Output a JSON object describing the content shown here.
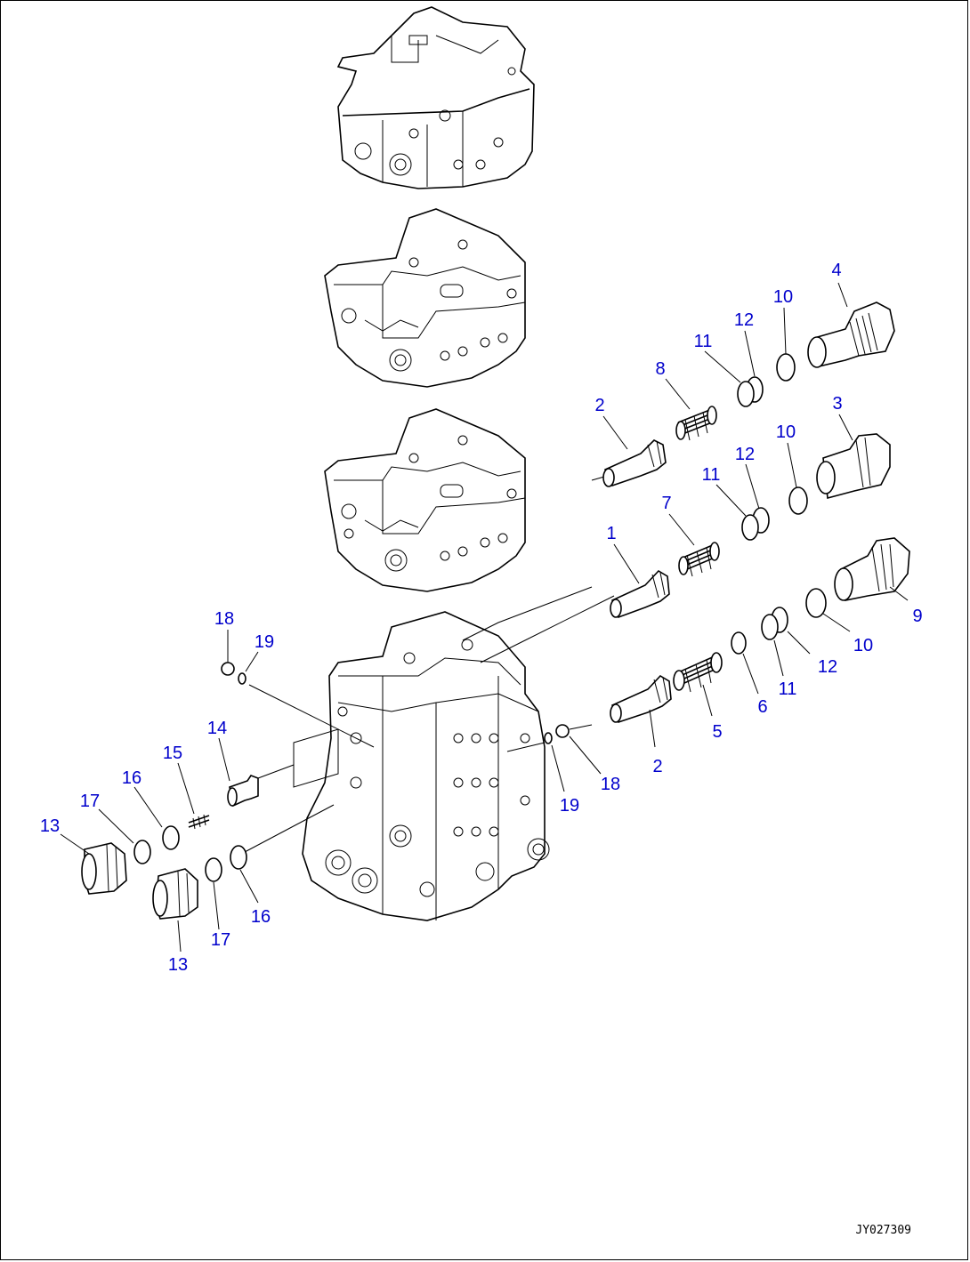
{
  "diagram": {
    "drawing_code": "JY027309",
    "callouts": [
      {
        "id": "c4",
        "label": "4"
      },
      {
        "id": "c10a",
        "label": "10"
      },
      {
        "id": "c12a",
        "label": "12"
      },
      {
        "id": "c11a",
        "label": "11"
      },
      {
        "id": "c8",
        "label": "8"
      },
      {
        "id": "c2a",
        "label": "2"
      },
      {
        "id": "c3",
        "label": "3"
      },
      {
        "id": "c10b",
        "label": "10"
      },
      {
        "id": "c12b",
        "label": "12"
      },
      {
        "id": "c11b",
        "label": "11"
      },
      {
        "id": "c7",
        "label": "7"
      },
      {
        "id": "c1",
        "label": "1"
      },
      {
        "id": "c9",
        "label": "9"
      },
      {
        "id": "c10c",
        "label": "10"
      },
      {
        "id": "c12c",
        "label": "12"
      },
      {
        "id": "c11c",
        "label": "11"
      },
      {
        "id": "c6",
        "label": "6"
      },
      {
        "id": "c5",
        "label": "5"
      },
      {
        "id": "c2b",
        "label": "2"
      },
      {
        "id": "c18a",
        "label": "18"
      },
      {
        "id": "c19a",
        "label": "19"
      },
      {
        "id": "c18b",
        "label": "18"
      },
      {
        "id": "c19b",
        "label": "19"
      },
      {
        "id": "c14",
        "label": "14"
      },
      {
        "id": "c15",
        "label": "15"
      },
      {
        "id": "c16a",
        "label": "16"
      },
      {
        "id": "c17a",
        "label": "17"
      },
      {
        "id": "c13a",
        "label": "13"
      },
      {
        "id": "c13b",
        "label": "13"
      },
      {
        "id": "c17b",
        "label": "17"
      },
      {
        "id": "c16b",
        "label": "16"
      }
    ]
  }
}
